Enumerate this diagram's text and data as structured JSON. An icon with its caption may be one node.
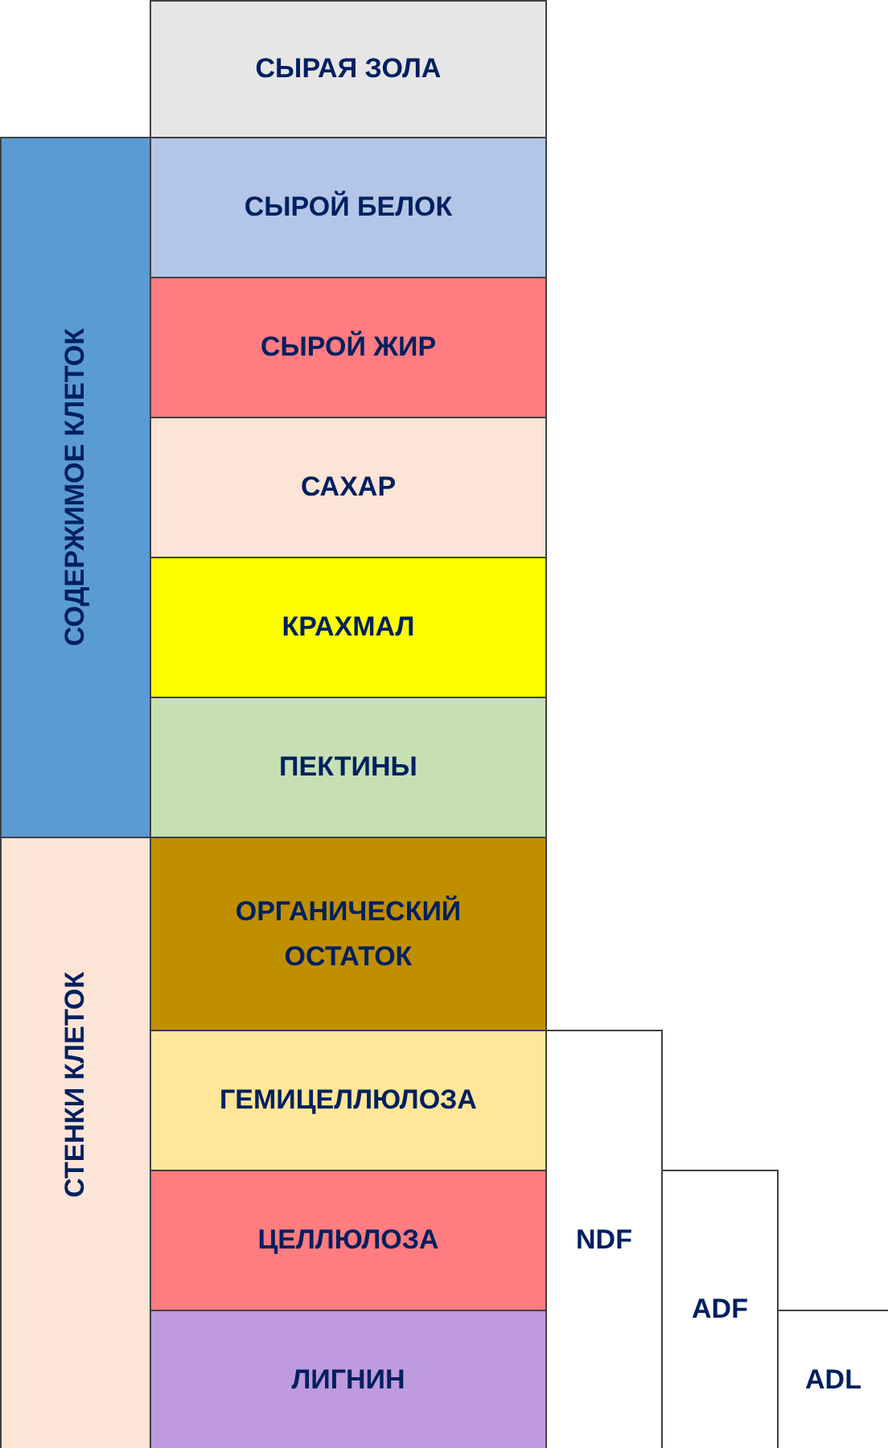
{
  "diagram": {
    "nodes": [
      {
        "text": [
          "СЫРАЯ ЗОЛА"
        ]
      },
      {
        "text": [
          "СОДЕРЖИМОЕ КЛЕТОК"
        ]
      },
      {
        "text": [
          "СЫРОЙ БЕЛОК"
        ]
      },
      {
        "text": [
          "СЫРОЙ ЖИР"
        ]
      },
      {
        "text": [
          "САХАР"
        ]
      },
      {
        "text": [
          "КРАХМАЛ"
        ]
      },
      {
        "text": [
          "ПЕКТИНЫ"
        ]
      },
      {
        "text": [
          "СТЕНКИ КЛЕТОК"
        ]
      },
      {
        "text": [
          "ОРГАНИЧЕСКИЙ ОСТАТОК"
        ]
      },
      {
        "text": [
          "ГЕМИЦЕЛЛЮЛОЗА"
        ]
      },
      {
        "text": [
          "ЦЕЛЛЮЛОЗА"
        ]
      },
      {
        "text": [
          "ЛИГНИН"
        ]
      },
      {
        "text": [
          "NDF"
        ]
      },
      {
        "text": [
          "ADF"
        ]
      },
      {
        "text": [
          "ADL"
        ]
      }
    ]
  }
}
